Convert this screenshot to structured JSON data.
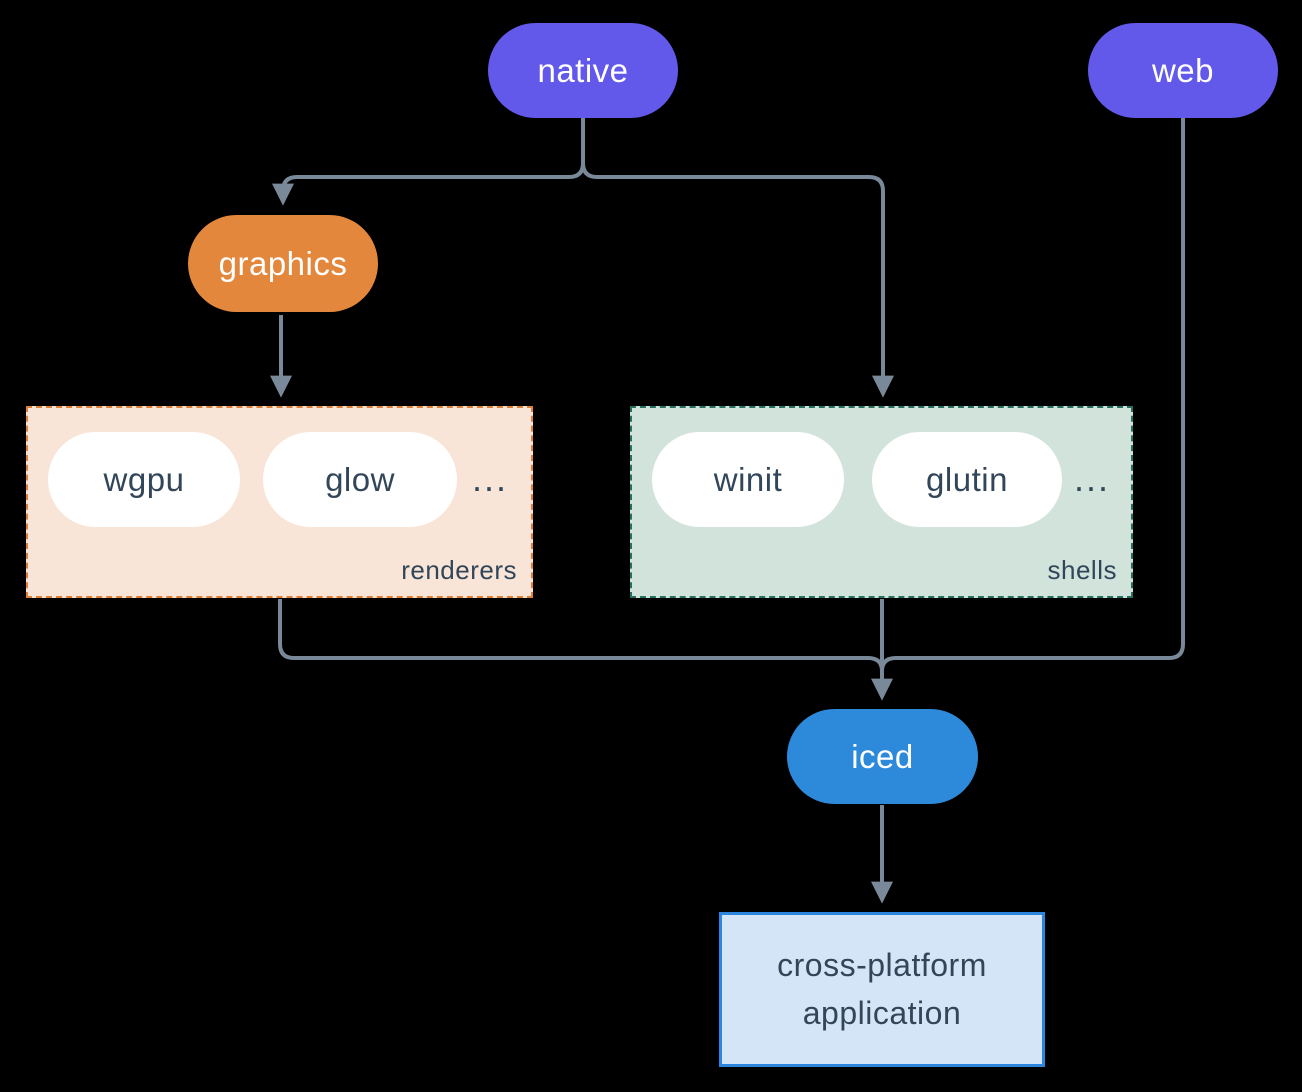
{
  "diagram": {
    "background_color": "#000000",
    "connector_color": "#7a8999",
    "nodes": {
      "native": {
        "label": "native",
        "fill": "#6259ea",
        "text_color": "#ffffff"
      },
      "web": {
        "label": "web",
        "fill": "#6259ea",
        "text_color": "#ffffff"
      },
      "graphics": {
        "label": "graphics",
        "fill": "#e2873c",
        "text_color": "#ffffff"
      },
      "iced": {
        "label": "iced",
        "fill": "#2d89da",
        "text_color": "#ffffff"
      },
      "application": {
        "line1": "cross-platform",
        "line2": "application",
        "fill": "#d4e5f7",
        "border_color": "#2d86dd",
        "text_color": "#32465a"
      }
    },
    "groups": {
      "renderers": {
        "label": "renderers",
        "fill": "#f9e5d7",
        "border_color": "#df7f38",
        "items": [
          "wgpu",
          "glow"
        ],
        "ellipsis": "..."
      },
      "shells": {
        "label": "shells",
        "fill": "#d2e3dc",
        "border_color": "#25705f",
        "items": [
          "winit",
          "glutin"
        ],
        "ellipsis": "..."
      }
    },
    "edges": [
      {
        "from": "native",
        "to": "graphics"
      },
      {
        "from": "native",
        "to": "shells"
      },
      {
        "from": "graphics",
        "to": "renderers"
      },
      {
        "from": "renderers",
        "to": "iced"
      },
      {
        "from": "shells",
        "to": "iced"
      },
      {
        "from": "web",
        "to": "iced"
      },
      {
        "from": "iced",
        "to": "application"
      }
    ]
  }
}
